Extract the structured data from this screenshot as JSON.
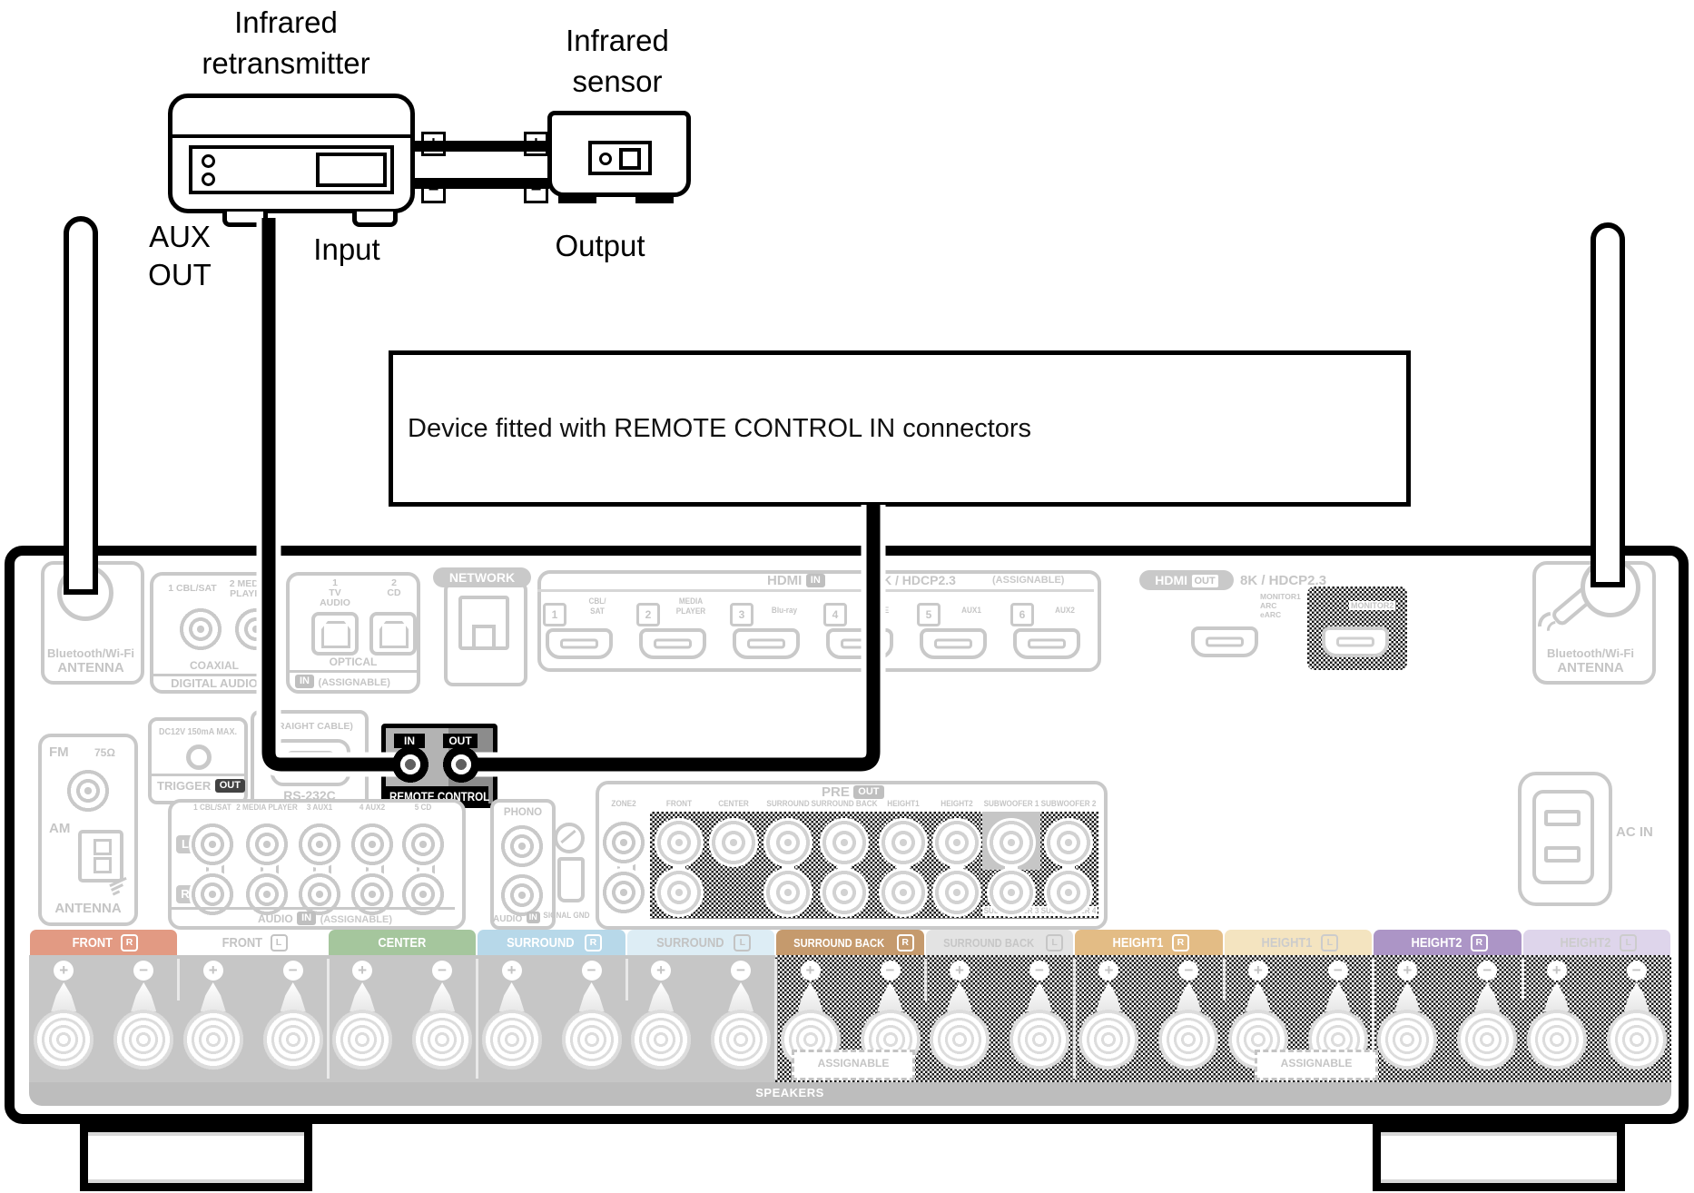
{
  "colors": {
    "line": "#000000",
    "dim": "#c9c9c9",
    "dim_text": "#c5c5c5",
    "terminal_bg": "#c6c6c6",
    "speakers_bar": "#bdbdbd",
    "rc_in_bg": "#b3b3b3",
    "rc_out_bg": "#8c8c8c"
  },
  "diagram": {
    "retransmitter_line1": "Infrared",
    "retransmitter_line2": "retransmitter",
    "sensor_line1": "Infrared",
    "sensor_line2": "sensor",
    "aux_line1": "AUX",
    "aux_line2": "OUT",
    "input_label": "Input",
    "output_label": "Output",
    "plus": "+",
    "minus": "−",
    "callout": "Device fitted with REMOTE CONTROL IN connectors"
  },
  "panel": {
    "antenna_left_line1": "Bluetooth/Wi-Fi",
    "antenna_left_line2": "ANTENNA",
    "antenna_right_line1": "Bluetooth/Wi-Fi",
    "antenna_right_line2": "ANTENNA",
    "digital_audio": {
      "jack1": "1 CBL/SAT",
      "jack2a": "2 MEDIA",
      "jack2b": "PLAYER",
      "coaxial": "COAXIAL",
      "title": "DIGITAL AUDIO"
    },
    "optical": {
      "n1": "1",
      "l1a": "TV",
      "l1b": "AUDIO",
      "n2": "2",
      "l2": "CD",
      "title": "OPTICAL",
      "in_badge": "IN",
      "assignable": "(ASSIGNABLE)"
    },
    "network": {
      "title": "NETWORK"
    },
    "hdmi_in": {
      "hdmi": "HDMI",
      "in_badge": "IN",
      "hdcp": "K / HDCP2.3",
      "assignable": "(ASSIGNABLE)",
      "ports": [
        {
          "num": "1",
          "name": "CBL/SAT"
        },
        {
          "num": "2",
          "name": "MEDIA PLAYER"
        },
        {
          "num": "3",
          "name": "Blu-ray"
        },
        {
          "num": "4",
          "name": "GAME"
        },
        {
          "num": "5",
          "name": "AUX1"
        },
        {
          "num": "6",
          "name": "AUX2"
        }
      ]
    },
    "hdmi_out": {
      "hdmi": "HDMI",
      "out_badge": "OUT",
      "spec": "8K / HDCP2.3",
      "monitor1a": "MONITOR1",
      "monitor1b": "ARC",
      "monitor1c": "eARC",
      "monitor2": "MONITOR2"
    },
    "trigger": {
      "top": "DC12V 150mA MAX.",
      "label": "TRIGGER",
      "out_badge": "OUT"
    },
    "rs232c": {
      "cable_note": "(STRAIGHT CABLE)",
      "label": "RS-232C"
    },
    "remote_control": {
      "in_badge": "IN",
      "out_badge": "OUT",
      "label": "REMOTE CONTROL"
    },
    "fm_am": {
      "fm": "FM",
      "ohm": "75Ω",
      "am": "AM",
      "label": "ANTENNA"
    },
    "audio_in": {
      "cols": [
        "1 CBL/SAT",
        "2 MEDIA PLAYER",
        "3 AUX1",
        "4 AUX2",
        "5 CD"
      ],
      "l": "L",
      "r": "R",
      "audio": "AUDIO",
      "in_badge": "IN",
      "assignable": "(ASSIGNABLE)",
      "phono": "PHONO",
      "phono_audio": "AUDIO",
      "phono_in": "IN",
      "signal_gnd": "SIGNAL GND"
    },
    "pre_out": {
      "pre": "PRE",
      "out_badge": "OUT",
      "zone2": "ZONE2",
      "front": "FRONT",
      "center": "CENTER",
      "surround": "SURROUND",
      "surround_back": "SURROUND BACK",
      "height1": "HEIGHT1",
      "height2": "HEIGHT2",
      "sub1": "SUBWOOFER 1",
      "sub2": "SUBWOOFER 2",
      "sub3": "SUBWOOFER 3",
      "sub4": "SUBWOOFER 4"
    },
    "ac_in": "AC IN",
    "speakers": {
      "bar": "SPEAKERS",
      "assignable": "ASSIGNABLE",
      "plus": "+",
      "minus": "−",
      "sections": [
        {
          "label": "FRONT",
          "letter": "R",
          "bg": "#e29a83",
          "fg": "#ffffff"
        },
        {
          "label": "FRONT",
          "letter": "L",
          "bg": "#ffffff",
          "fg": "#c3c3c3"
        },
        {
          "label": "CENTER",
          "letter": "",
          "bg": "#a5c69d",
          "fg": "#ffffff"
        },
        {
          "label": "SURROUND",
          "letter": "R",
          "bg": "#b7d8e9",
          "fg": "#ffffff"
        },
        {
          "label": "SURROUND",
          "letter": "L",
          "bg": "#ddedf5",
          "fg": "#c3c3c3"
        },
        {
          "label": "SURROUND BACK",
          "letter": "R",
          "bg": "#c59a6d",
          "fg": "#ffffff"
        },
        {
          "label": "SURROUND BACK",
          "letter": "L",
          "bg": "#e3e3e3",
          "fg": "#c6c6c6"
        },
        {
          "label": "HEIGHT1",
          "letter": "R",
          "bg": "#e3bc85",
          "fg": "#ffffff"
        },
        {
          "label": "HEIGHT1",
          "letter": "L",
          "bg": "#f4e4c0",
          "fg": "#cccccc"
        },
        {
          "label": "HEIGHT2",
          "letter": "R",
          "bg": "#ac95c6",
          "fg": "#ffffff"
        },
        {
          "label": "HEIGHT2",
          "letter": "L",
          "bg": "#ded5eb",
          "fg": "#cccccc"
        }
      ]
    }
  }
}
